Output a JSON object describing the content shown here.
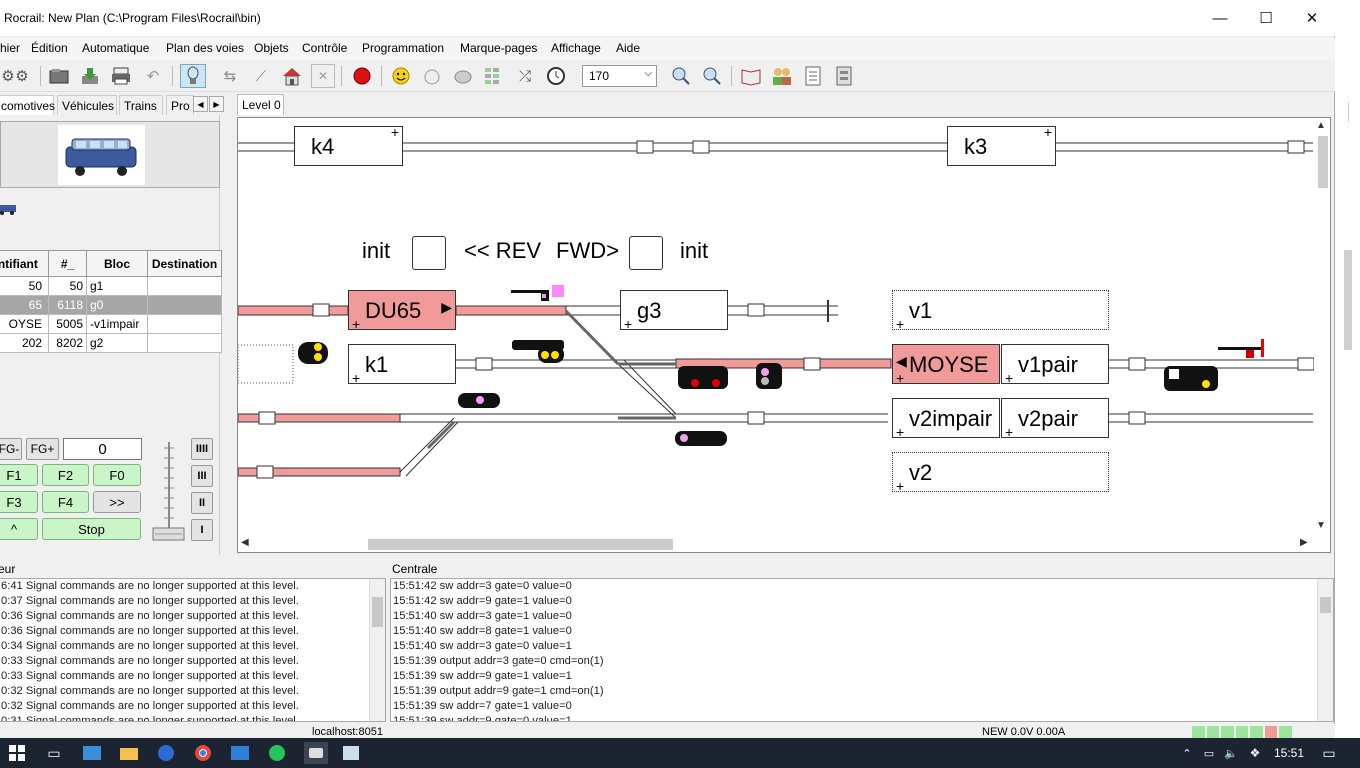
{
  "window": {
    "title": "Rocrail: New Plan (C:\\Program Files\\Rocrail\\bin)",
    "minimize": "—",
    "maximize": "☐",
    "close": "✕"
  },
  "menu": [
    "hier",
    "Édition",
    "Automatique",
    "Plan des voies",
    "Objets",
    "Contrôle",
    "Programmation",
    "Marque-pages",
    "Affichage",
    "Aide"
  ],
  "toolbar": {
    "zoom_value": "170",
    "icons": [
      "gear-icon",
      "settings-icon",
      "open-icon",
      "download-icon",
      "print-icon",
      "undo-icon",
      "bulb-icon",
      "loco-icon",
      "switch-icon",
      "house-icon",
      "close-icon",
      "record-icon",
      "smiley-icon",
      "apple-icon",
      "cloud-icon",
      "grid-icon",
      "shuffle-icon",
      "clock-icon",
      "zoom-in-icon",
      "zoom-fit-icon",
      "book-icon",
      "people-icon",
      "list-icon",
      "panel-icon"
    ]
  },
  "left_panel": {
    "tabs": [
      "comotives",
      "Véhicules",
      "Trains",
      "Pro"
    ],
    "table": {
      "headers": [
        "entifiant",
        "#_",
        "Bloc",
        "Destination"
      ],
      "rows": [
        {
          "id": "50",
          "num": "50",
          "bloc": "g1",
          "dest": ""
        },
        {
          "id": "65",
          "num": "6118",
          "bloc": "g0",
          "dest": ""
        },
        {
          "id": "OYSE",
          "num": "5005",
          "bloc": "-v1impair",
          "dest": ""
        },
        {
          "id": "202",
          "num": "8202",
          "bloc": "g2",
          "dest": ""
        }
      ]
    },
    "controls": {
      "fg_minus": "FG-",
      "fg_plus": "FG+",
      "speed": "0",
      "f1": "F1",
      "f2": "F2",
      "f0": "F0",
      "f3": "F3",
      "f4": "F4",
      "more": ">>",
      "dir": "^",
      "stop": "Stop",
      "gears": [
        "IIII",
        "III",
        "II",
        "I"
      ]
    }
  },
  "plan": {
    "tab": "Level 0",
    "labels": {
      "init_left": "init",
      "rev": "<< REV",
      "fwd": "FWD>",
      "init_right": "init"
    },
    "blocks": [
      {
        "name": "k4"
      },
      {
        "name": "k3"
      },
      {
        "name": "DU65"
      },
      {
        "name": "g3"
      },
      {
        "name": "v1"
      },
      {
        "name": "k1"
      },
      {
        "name": "MOYSE"
      },
      {
        "name": "v1pair"
      },
      {
        "name": "v2impair"
      },
      {
        "name": "v2pair"
      },
      {
        "name": "v2"
      }
    ]
  },
  "logs": {
    "left_label": "eur",
    "left_lines": [
      "6:41 Signal commands are no longer supported at this level.",
      "0:37 Signal commands are no longer supported at this level.",
      "0:36 Signal commands are no longer supported at this level.",
      "0:36 Signal commands are no longer supported at this level.",
      "0:34 Signal commands are no longer supported at this level.",
      "0:33 Signal commands are no longer supported at this level.",
      "0:33 Signal commands are no longer supported at this level.",
      "0:32 Signal commands are no longer supported at this level.",
      "0:32 Signal commands are no longer supported at this level.",
      "0:31 Signal commands are no longer supported at this level."
    ],
    "right_label": "Centrale",
    "right_lines": [
      "15:51:42 sw addr=3 gate=0 value=0",
      "15:51:42 sw addr=9 gate=1 value=0",
      "15:51:40 sw addr=3 gate=1 value=0",
      "15:51:40 sw addr=8 gate=1 value=0",
      "15:51:40 sw addr=3 gate=0 value=1",
      "15:51:39 output addr=3 gate=0 cmd=on(1)",
      "15:51:39 sw addr=9 gate=1 value=1",
      "15:51:39 output addr=9 gate=1 cmd=on(1)",
      "15:51:39 sw addr=7 gate=1 value=0",
      "15:51:39 sw addr=9 gate=0 value=1"
    ]
  },
  "status": {
    "host": "localhost:8051",
    "power": "NEW 0.0V 0.00A"
  },
  "taskbar": {
    "clock": "15:51"
  }
}
